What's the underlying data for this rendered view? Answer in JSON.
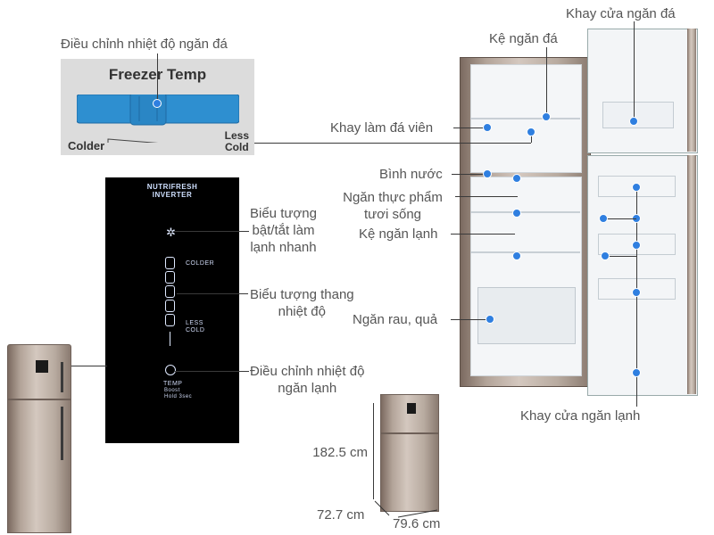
{
  "callouts": {
    "freezer_temp_adjust": "Điều chỉnh nhiệt độ ngăn đá",
    "freezer_door_tray": "Khay cửa ngăn đá",
    "freezer_shelf": "Kệ ngăn đá",
    "ice_tray": "Khay làm đá viên",
    "water_bottle": "Bình nước",
    "fresh_food_compartment": "Ngăn thực phẩm\ntươi sống",
    "fridge_shelf": "Kệ ngăn lạnh",
    "quick_cool_icon": "Biểu tượng\nbật/tắt làm\nlạnh nhanh",
    "temp_ladder_icon": "Biểu tượng thang\nnhiệt độ",
    "veg_drawer": "Ngăn rau, quả",
    "fridge_temp_adjust": "Điều chỉnh nhiệt độ\nngăn lạnh",
    "fridge_door_tray": "Khay cửa ngăn lạnh"
  },
  "freezer_panel": {
    "title": "Freezer Temp",
    "colder": "Colder",
    "less_cold": "Less\nCold"
  },
  "control_panel": {
    "brand": "NUTRIFRESH\nINVERTER",
    "colder": "COLDER",
    "less_cold": "LESS\nCOLD",
    "temp": "TEMP",
    "boost": "Boost\nHold 3sec"
  },
  "dimensions": {
    "height": "182.5 cm",
    "depth": "72.7 cm",
    "width": "79.6 cm"
  },
  "colors": {
    "accent_dot": "#2f7fe0",
    "slider_blue": "#2e8fd0"
  }
}
